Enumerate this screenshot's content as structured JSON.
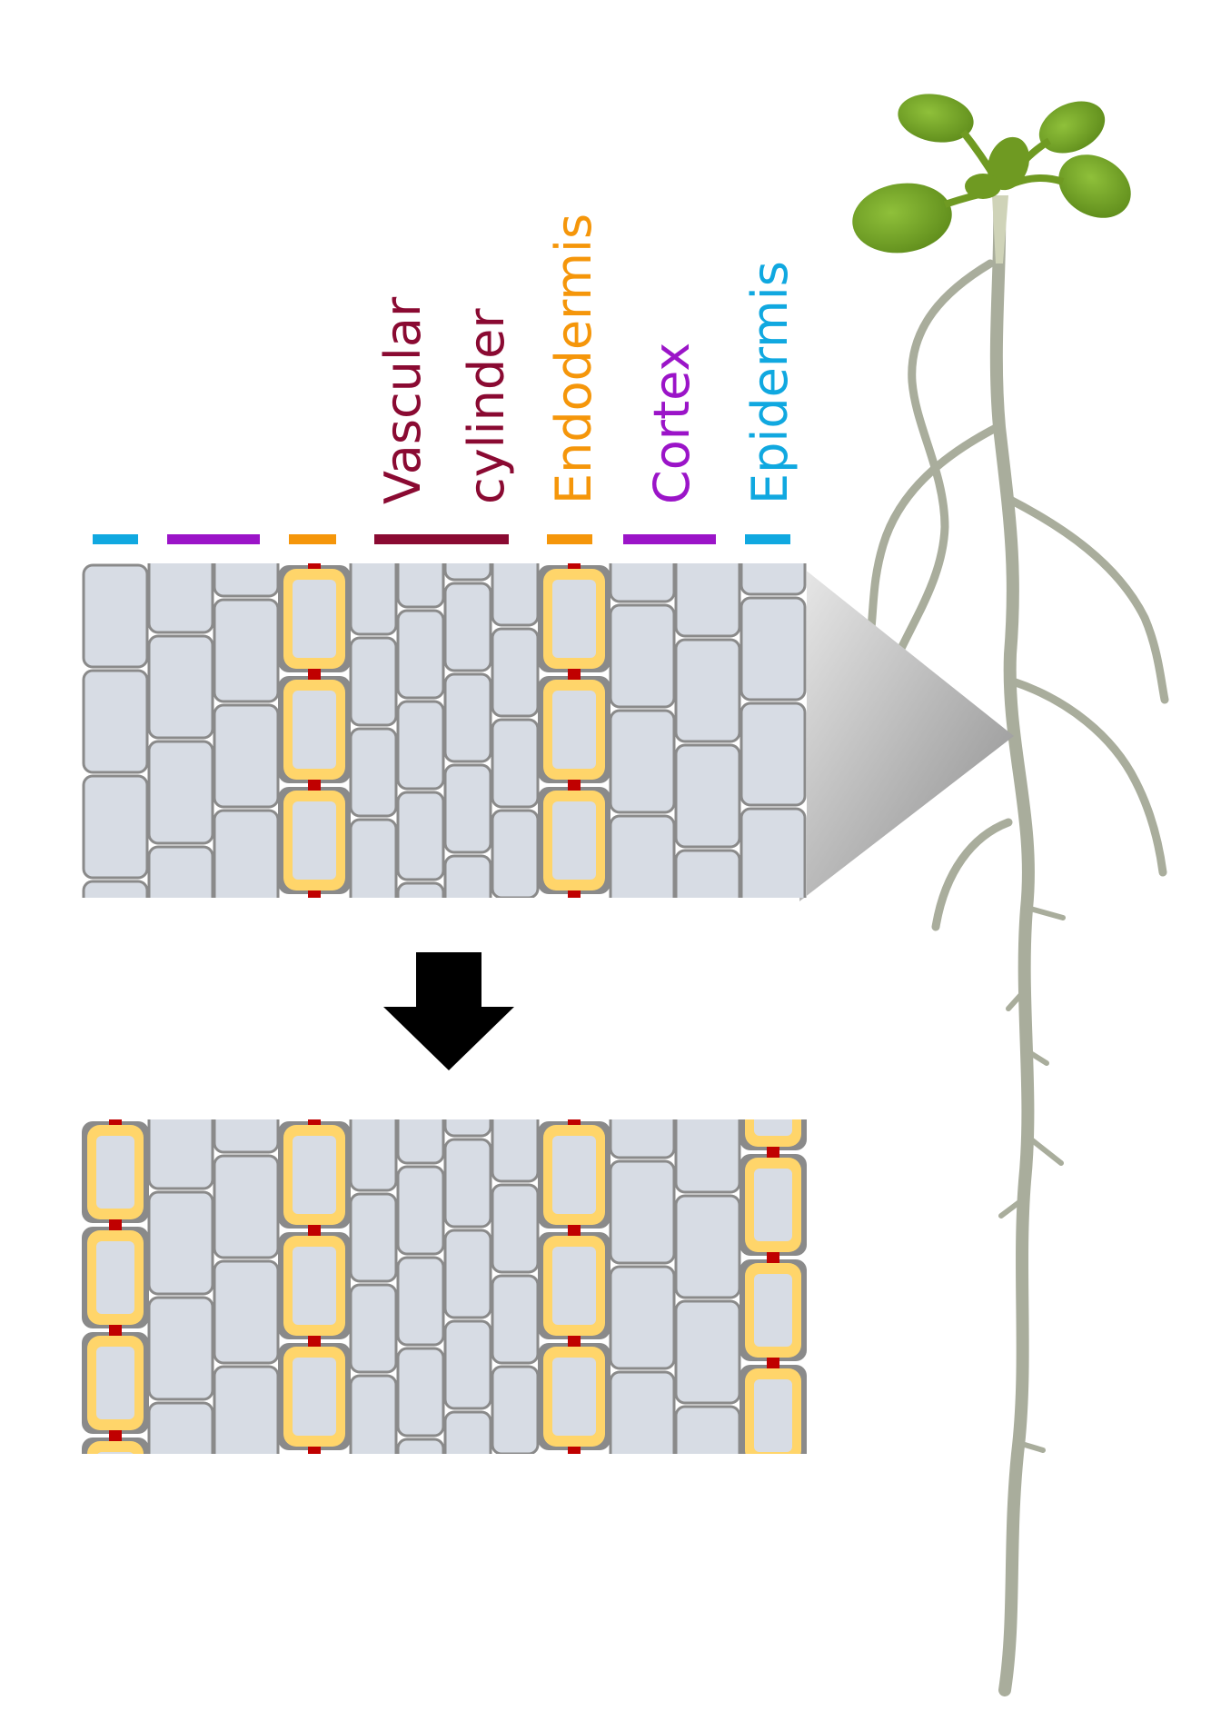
{
  "labels": {
    "vascular_line1": "Vascular",
    "vascular_line2": "cylinder",
    "endodermis": "Endodermis",
    "cortex": "Cortex",
    "epidermis": "Epidermis"
  },
  "colors": {
    "vascular": "#8a0a32",
    "endodermis": "#f5960a",
    "cortex": "#9b14c8",
    "epidermis": "#10a8e0",
    "cell_fill": "#d7dce4",
    "cell_border": "#8a8a8a",
    "casparian_band": "#c00000",
    "suberin": "#ffd56a",
    "root": "#a9ad9c",
    "leaf": "#7aa62a",
    "arrow": "#000000"
  },
  "diagram": {
    "top_panel": "root cell layers before",
    "bottom_panel": "root cell layers after, epidermis acquires endodermis-like barrier",
    "arrow": "down-arrow"
  }
}
